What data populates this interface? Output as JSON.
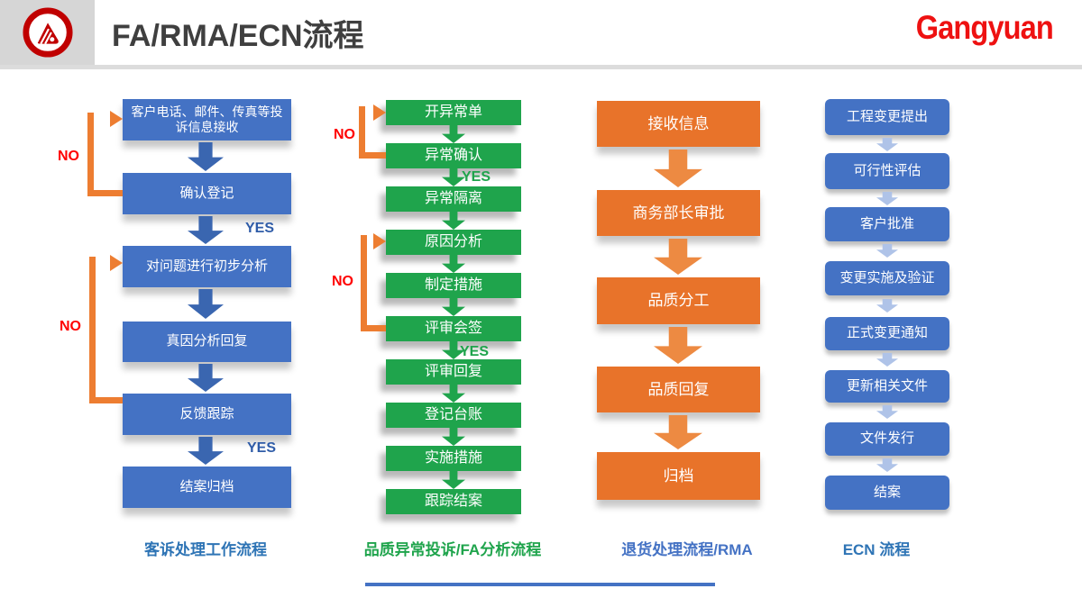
{
  "header": {
    "title": "FA/RMA/ECN流程",
    "brand": "Gangyuan"
  },
  "flow_labels": {
    "no": "NO",
    "yes": "YES"
  },
  "columns": [
    {
      "caption": "客诉处理工作流程",
      "boxes": [
        "客户电话、邮件、传真等投诉信息接收",
        "确认登记",
        "对问题进行初步分析",
        "真因分析回复",
        "反馈跟踪",
        "结案归档"
      ]
    },
    {
      "caption": "品质异常投诉/FA分析流程",
      "boxes": [
        "开异常单",
        "异常确认",
        "异常隔离",
        "原因分析",
        "制定措施",
        "评审会签",
        "评审回复",
        "登记台账",
        "实施措施",
        "跟踪结案"
      ]
    },
    {
      "caption": "退货处理流程/RMA",
      "boxes": [
        "接收信息",
        "商务部长审批",
        "品质分工",
        "品质回复",
        "归档"
      ]
    },
    {
      "caption": "ECN 流程",
      "boxes": [
        "工程变更提出",
        "可行性评估",
        "客户批准",
        "变更实施及验证",
        "正式变更通知",
        "更新相关文件",
        "文件发行",
        "结案"
      ]
    }
  ],
  "colors": {
    "blue_box": "#4472C4",
    "green_box": "#1FA44C",
    "orange_box": "#E8732A",
    "loop_arrow": "#ED7D31",
    "no_label": "#FF0000",
    "yes_blue": "#2F5CA8",
    "yes_green": "#1FA44C",
    "brand_red": "#ED1111",
    "caption_blue": "#2E74B5"
  }
}
